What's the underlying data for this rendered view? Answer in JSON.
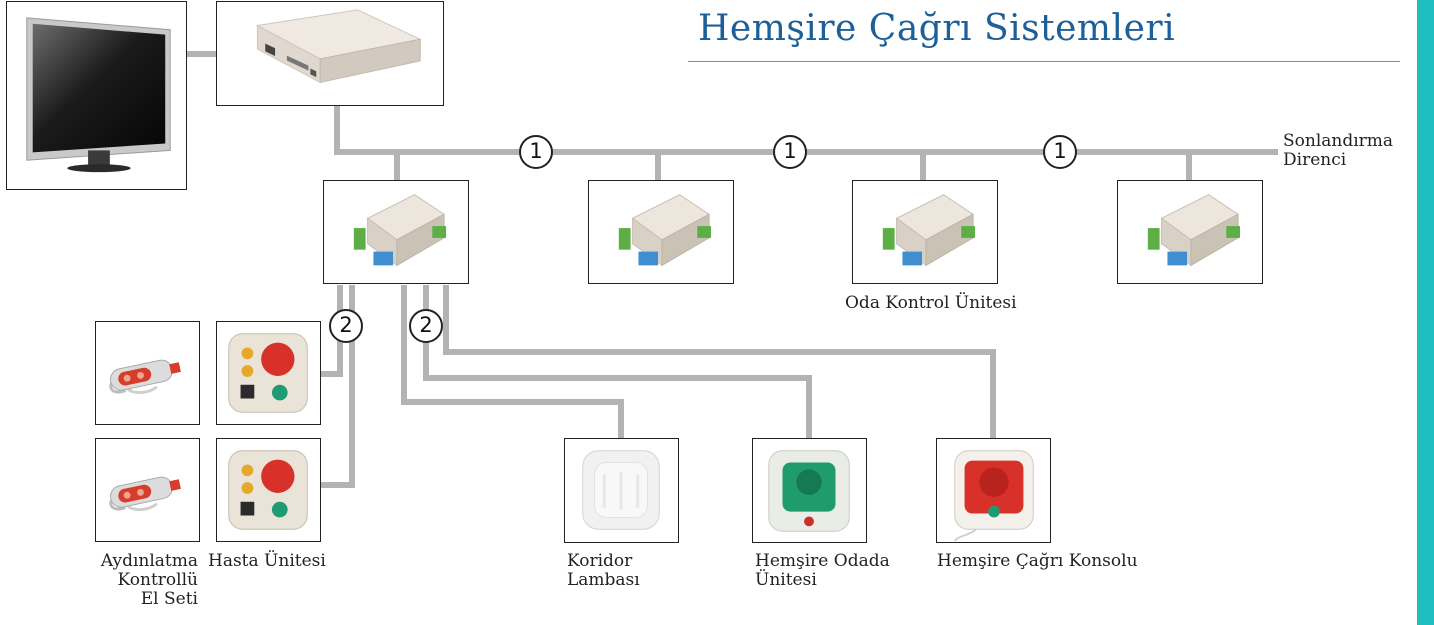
{
  "header": {
    "title": "Hemşire Çağrı Sistemleri"
  },
  "colors": {
    "wire": "#b3b3b3",
    "accent": "#1fbfbf",
    "title": "#1d5f98",
    "room_unit_terminal_blue": "#3f8fd0",
    "room_unit_terminal_green": "#5cae45"
  },
  "badges": {
    "bus_segment": "1",
    "room_line": "2"
  },
  "labels": {
    "termination_line1": "Sonlandırma",
    "termination_line2": "Direnci",
    "room_control_unit": "Oda Kontrol Ünitesi",
    "handset_line1": "Aydınlatma",
    "handset_line2": "Kontrollü",
    "handset_line3": "El Seti",
    "patient_unit": "Hasta Ünitesi",
    "corridor_line1": "Koridor",
    "corridor_line2": "Lambası",
    "nurse_room_line1": "Hemşire Odada",
    "nurse_room_line2": "Ünitesi",
    "nurse_console": "Hemşire Çağrı Konsolu"
  },
  "devices": {
    "monitor": "monitor-icon",
    "server": "central-server-icon",
    "room_unit": "room-control-unit-icon",
    "handset": "lighting-handset-icon",
    "patient_unit": "patient-unit-icon",
    "corridor_lamp": "corridor-lamp-icon",
    "nurse_presence": "nurse-presence-unit-icon",
    "nurse_console": "nurse-call-console-icon"
  }
}
